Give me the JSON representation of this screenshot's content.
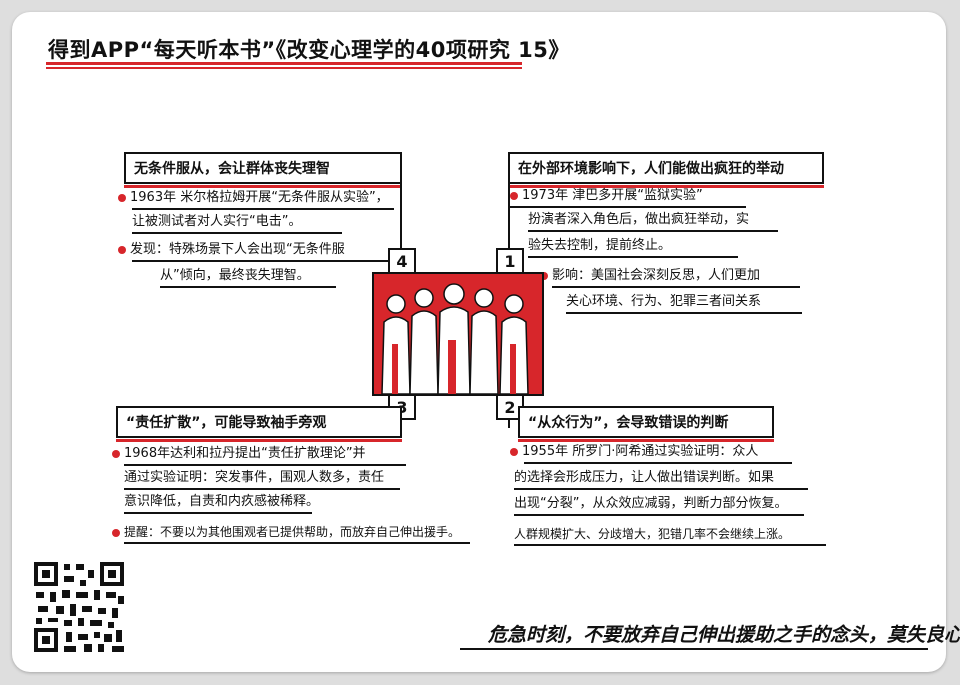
{
  "title": "得到APP“每天听本书”《改变心理学的40项研究 15》",
  "sections": [
    {
      "number": "1",
      "heading": "在外部环境影响下，人们能做出疯狂的举动",
      "lines": [
        "1973年 津巴多开展“监狱实验”",
        "扮演者深入角色后，做出疯狂举动，实",
        "验失去控制，提前终止。",
        "影响：美国社会深刻反思，人们更加",
        "关心环境、行为、犯罪三者间关系"
      ]
    },
    {
      "number": "2",
      "heading": "“从众行为”，会导致错误的判断",
      "lines": [
        "1955年 所罗门·阿希通过实验证明：众人",
        "的选择会形成压力，让人做出错误判断。如果",
        "出现“分裂”，从众效应减弱，判断力部分恢复。",
        "人群规模扩大、分歧增大，犯错几率不会继续上涨。"
      ]
    },
    {
      "number": "3",
      "heading": "“责任扩散”，可能导致袖手旁观",
      "lines": [
        "1968年达利和拉丹提出“责任扩散理论”并",
        "通过实验证明：突发事件，围观人数多，责任",
        "意识降低，自责和内疚感被稀释。",
        "提醒：不要以为其他围观者已提供帮助，而放弃自己伸出援手。"
      ]
    },
    {
      "number": "4",
      "heading": "无条件服从，会让群体丧失理智",
      "lines": [
        "1963年 米尔格拉姆开展“无条件服从实验”，",
        "让被测试者对人实行“电击”。",
        "发现：特殊场景下人会出现“无条件服",
        "从”倾向，最终丧失理智。"
      ]
    }
  ],
  "footer": "危急时刻，不要放弃自己伸出援助之手的念头，莫失良心！",
  "colors": {
    "accent": "#d7262b",
    "ink": "#111111",
    "background": "#ffffff"
  }
}
